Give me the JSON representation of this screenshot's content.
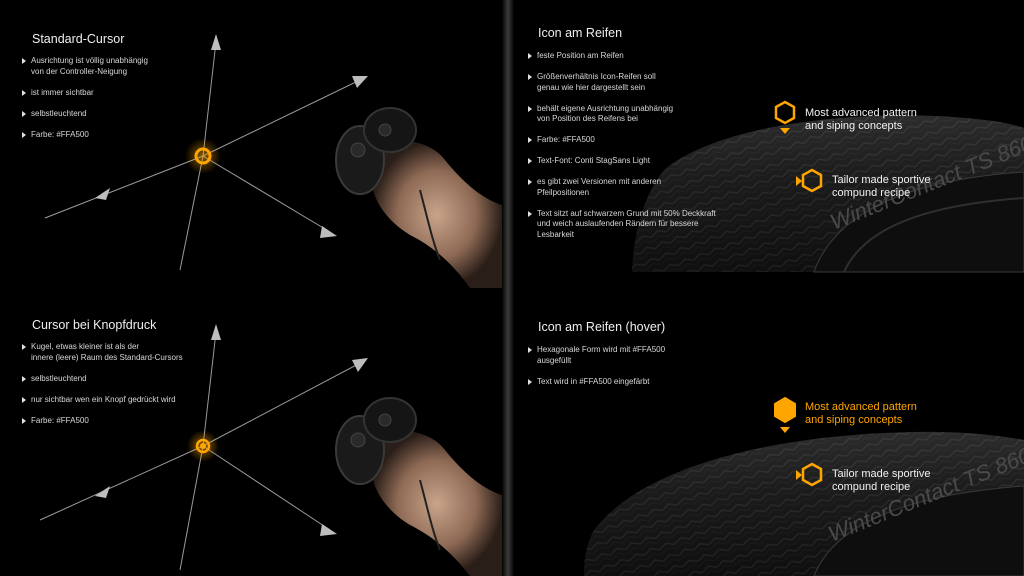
{
  "colors": {
    "accent": "#FFA500",
    "background": "#000000"
  },
  "panel_cursor_standard": {
    "title": "Standard-Cursor",
    "bullets": [
      "Ausrichtung ist völlig unabhängig\nvon der Controller-Neigung",
      "ist immer sichtbar",
      "selbstleuchtend",
      "Farbe: #FFA500"
    ]
  },
  "panel_cursor_pressed": {
    "title": "Cursor bei Knopfdruck",
    "bullets": [
      "Kugel, etwas kleiner ist als der\ninnere (leere) Raum des Standard-Cursors",
      "selbstleuchtend",
      "nur sichtbar wen ein Knopf gedrückt wird",
      "Farbe: #FFA500"
    ]
  },
  "panel_icon_tire": {
    "title": "Icon am Reifen",
    "bullets": [
      "feste Position am Reifen",
      "Größenverhältnis Icon-Reifen soll\ngenau wie hier dargestellt sein",
      "behält eigene Ausrichtung unabhängig\nvon Position des Reifens bei",
      "Farbe: #FFA500",
      "Text-Font: Conti StagSans Light",
      "es gibt zwei Versionen mit anderen\nPfeilpositionen",
      "Text sitzt auf schwarzem Grund mit 50% Deckkraft\nund weich auslaufenden Rändern für bessere\nLesbarkeit"
    ],
    "callouts": [
      "Most advanced pattern\nand siping concepts",
      "Tailor made sportive\ncompund recipe"
    ]
  },
  "panel_icon_tire_hover": {
    "title": "Icon am Reifen (hover)",
    "bullets": [
      "Hexagonale Form wird mit #FFA500\nausgefüllt",
      "Text wird in #FFA500 eingefärbt"
    ],
    "callouts": [
      "Most advanced pattern\nand siping concepts",
      "Tailor made sportive\ncompund recipe"
    ]
  },
  "icons": {
    "cursor_standard": "ring-cursor-icon",
    "cursor_pressed": "sphere-cursor-icon",
    "hotspot": "hexagon-icon",
    "bullet": "triangle-bullet-icon"
  }
}
